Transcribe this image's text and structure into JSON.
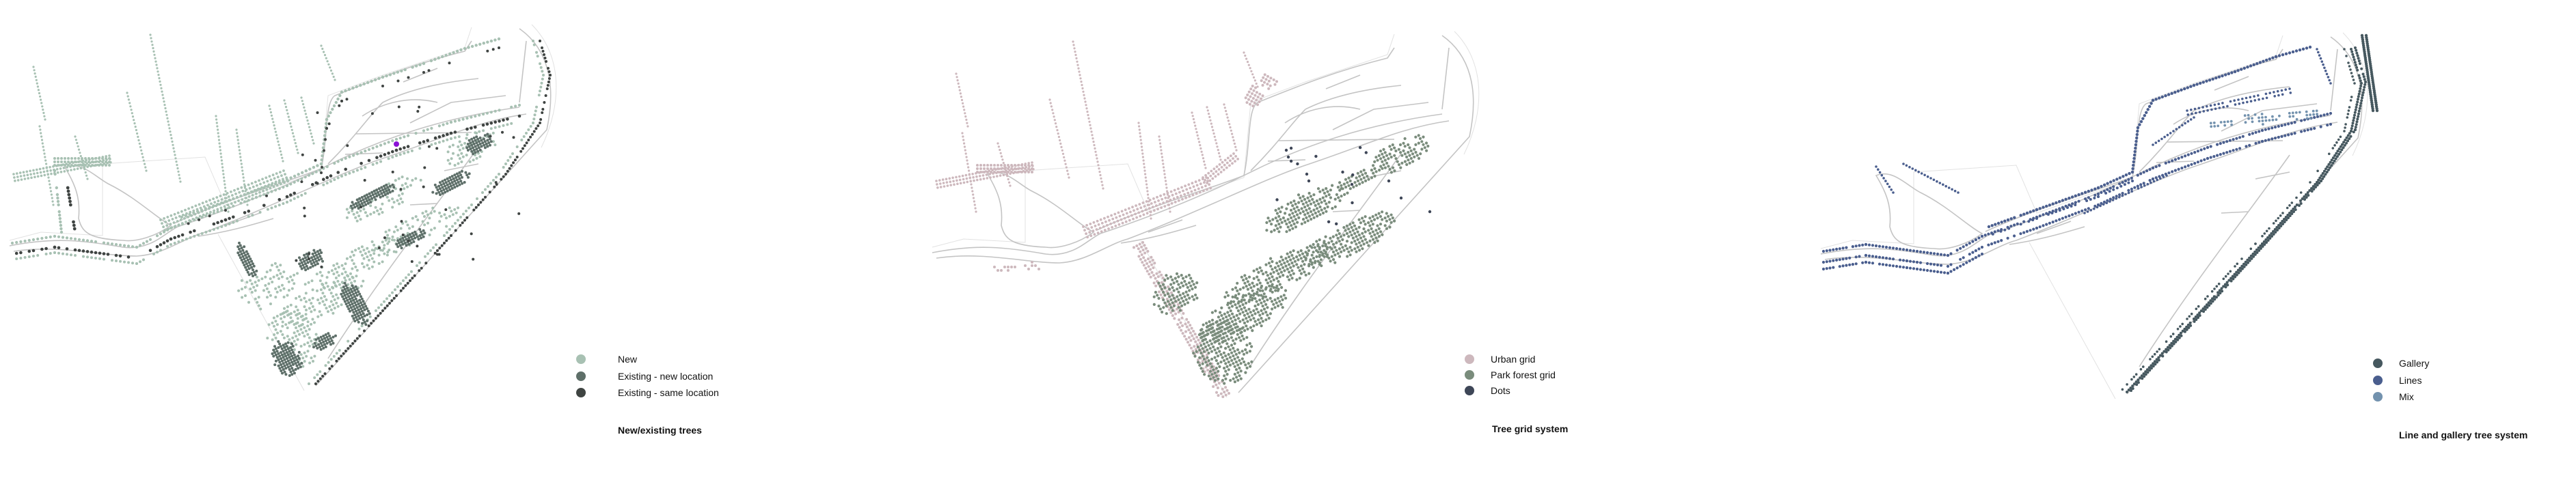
{
  "panels": [
    {
      "title": "New/existing trees",
      "legend": [
        {
          "label": "New",
          "color": "#a8c1b3"
        },
        {
          "label": "Existing - new location",
          "color": "#5e6f69"
        },
        {
          "label": "Existing - same location",
          "color": "#3f4442"
        }
      ],
      "highlight_color": "#8a12d6"
    },
    {
      "title": "Tree grid system",
      "legend": [
        {
          "label": "Urban grid",
          "color": "#cdb8bd"
        },
        {
          "label": "Park forest grid",
          "color": "#7a8c7c"
        },
        {
          "label": "Dots",
          "color": "#3e4657"
        }
      ]
    },
    {
      "title": "Line and gallery tree system",
      "legend": [
        {
          "label": "Gallery",
          "color": "#46585f"
        },
        {
          "label": "Lines",
          "color": "#4a5e8e"
        },
        {
          "label": "Mix",
          "color": "#7392ae"
        }
      ]
    }
  ]
}
